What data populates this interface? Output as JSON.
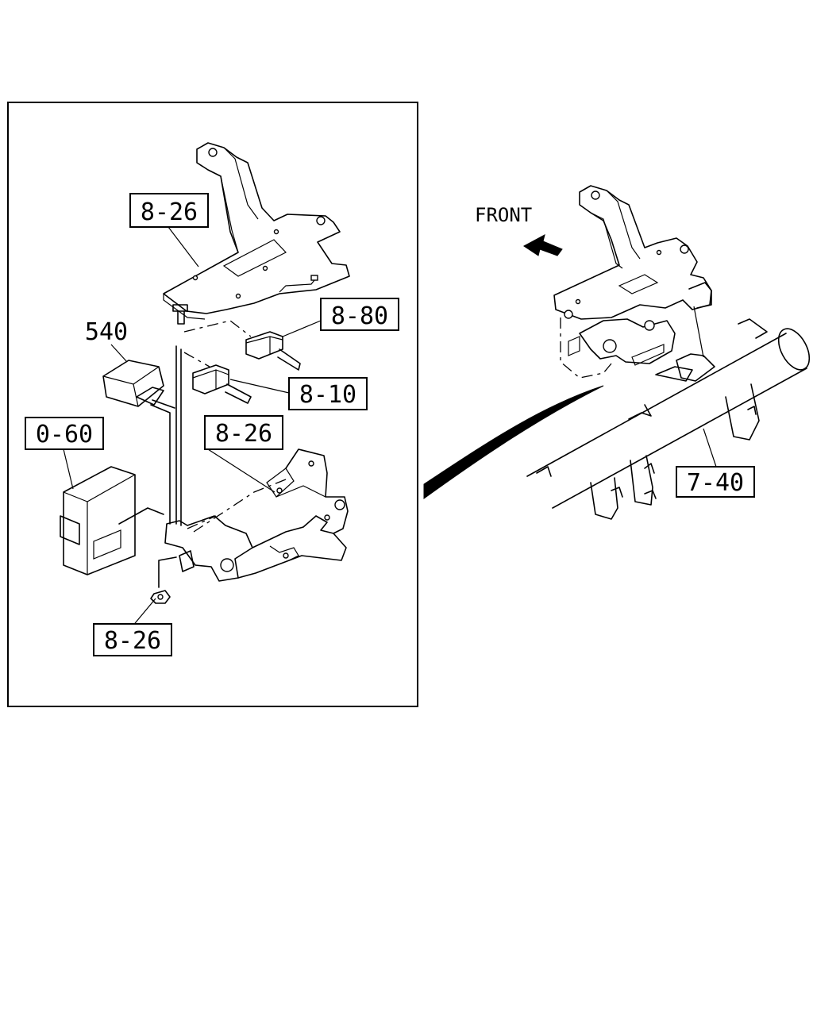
{
  "labels": {
    "bracket_upper": "8-26",
    "connector_upper": "8-80",
    "relay": "540",
    "connector_lower": "8-10",
    "bracket_lower": "8-26",
    "control_unit": "0-60",
    "nut": "8-26",
    "frame": "7-40"
  },
  "front_label": "FRONT"
}
